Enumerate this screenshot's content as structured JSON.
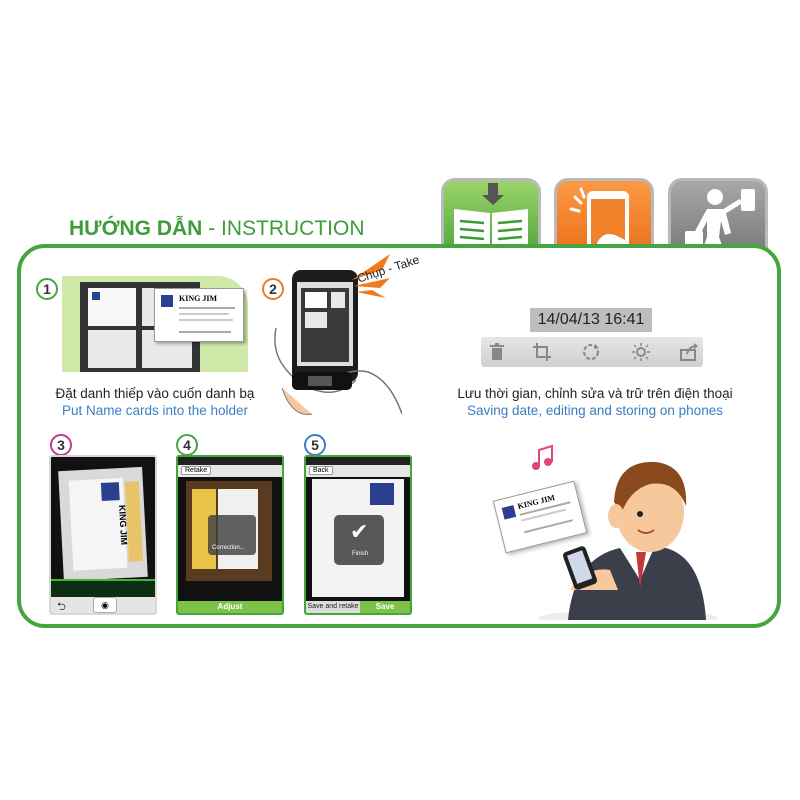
{
  "header": {
    "title_vi": "HƯỚNG DẪN",
    "title_sep": " - ",
    "title_en": "INSTRUCTION"
  },
  "top_icons": [
    "book-download-icon",
    "phone-tap-icon",
    "person-walking-phone-icon"
  ],
  "steps": [
    {
      "number": "1",
      "caption_vi": "Đặt danh thiếp vào cuốn danh bạ",
      "caption_en": "Put Name cards into the holder",
      "card_brand": "KING JIM"
    },
    {
      "number": "2",
      "callout": "Chụp - Take"
    },
    {
      "number": "3",
      "card_brand": "KING JIM"
    },
    {
      "number": "4",
      "top_button": "Retake",
      "status_text": "Correction...",
      "bottom_button": "Adjust"
    },
    {
      "number": "5",
      "top_button": "Back",
      "status_text": "Finish",
      "bottom_left": "Save and retake",
      "bottom_right": "Save"
    }
  ],
  "right_panel": {
    "datetime": "14/04/13 16:41",
    "toolbar_icons": [
      "trash-icon",
      "crop-icon",
      "rotate-icon",
      "brightness-icon",
      "share-icon"
    ],
    "caption_vi": "Lưu thời gian, chỉnh sửa và trữ trên điện thoại",
    "caption_en": "Saving date, editing and storing on phones",
    "card_brand": "KING JIM"
  },
  "colors": {
    "frame_green": "#45a640",
    "title_green": "#3f9c3a",
    "caption_blue": "#3a7ec3",
    "tile_orange": "#f07a1e",
    "tile_gray": "#8a8a8a"
  }
}
